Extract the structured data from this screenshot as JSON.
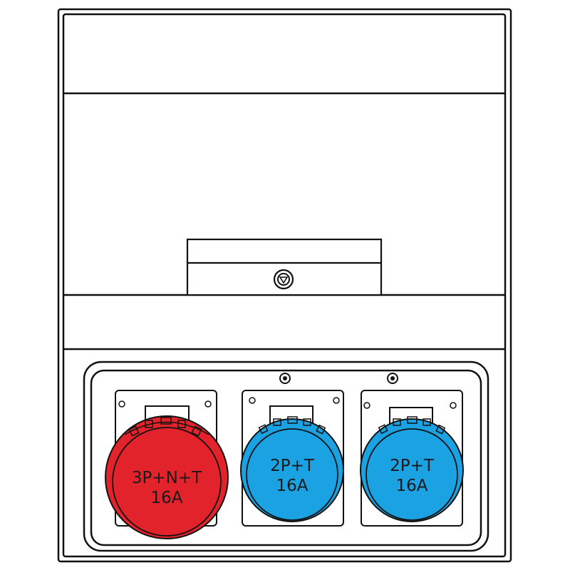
{
  "diagram": {
    "type": "electrical-distribution-board-front-view",
    "colors": {
      "stroke": "#111111",
      "background": "#ffffff",
      "socket_red": "#e3232b",
      "socket_blue": "#1ba2e3"
    },
    "sections": [
      {
        "name": "top-cover",
        "label": ""
      },
      {
        "name": "breaker-window-area",
        "label": ""
      },
      {
        "name": "lower-blank-strip",
        "label": ""
      },
      {
        "name": "socket-panel",
        "label": ""
      }
    ],
    "lock": {
      "icon": "lock-icon"
    },
    "sockets": [
      {
        "id": "socket-1",
        "type": "3P+N+T",
        "rating": "16A",
        "color": "red"
      },
      {
        "id": "socket-2",
        "type": "2P+T",
        "rating": "16A",
        "color": "blue"
      },
      {
        "id": "socket-3",
        "type": "2P+T",
        "rating": "16A",
        "color": "blue"
      }
    ]
  }
}
